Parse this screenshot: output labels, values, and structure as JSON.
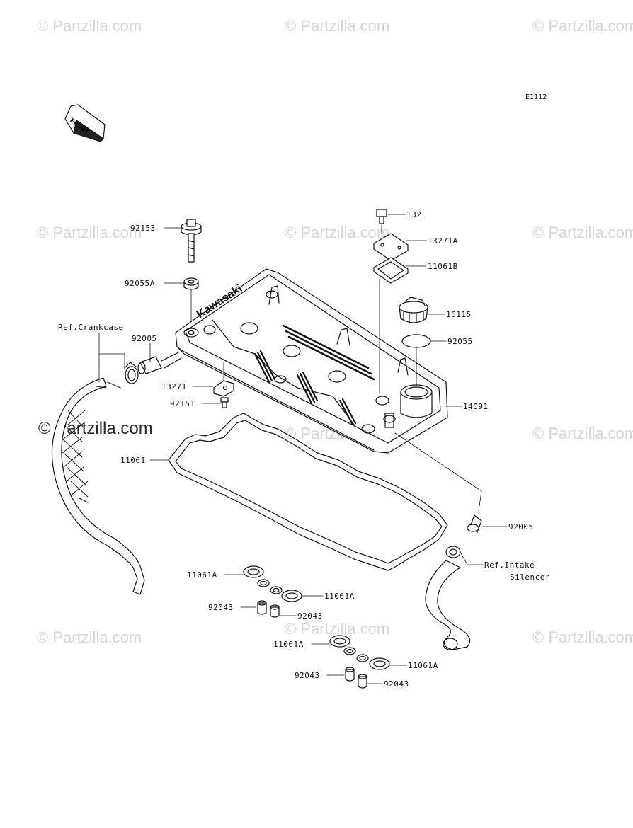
{
  "diagram_code": "E1112",
  "watermark": "© Partzilla.com",
  "front_label": "FRONT",
  "brand_embossed": "Kawasaki",
  "callouts": {
    "p92153": "92153",
    "p92055A": "92055A",
    "ref_crankcase": "Ref.Crankcase",
    "p92005_left": "92005",
    "p13271": "13271",
    "p92151": "92151",
    "p11061": "11061",
    "p132": "132",
    "p13271A": "13271A",
    "p11061B": "11061B",
    "p16115": "16115",
    "p92055": "92055",
    "p14091": "14091",
    "p92005_right": "92005",
    "ref_intake_1": "Ref.Intake",
    "ref_intake_2": "Silencer",
    "p11061A_1": "11061A",
    "p11061A_2": "11061A",
    "p92043_1": "92043",
    "p92043_2": "92043",
    "p11061A_3": "11061A",
    "p11061A_4": "11061A",
    "p92043_3": "92043",
    "p92043_4": "92043"
  }
}
